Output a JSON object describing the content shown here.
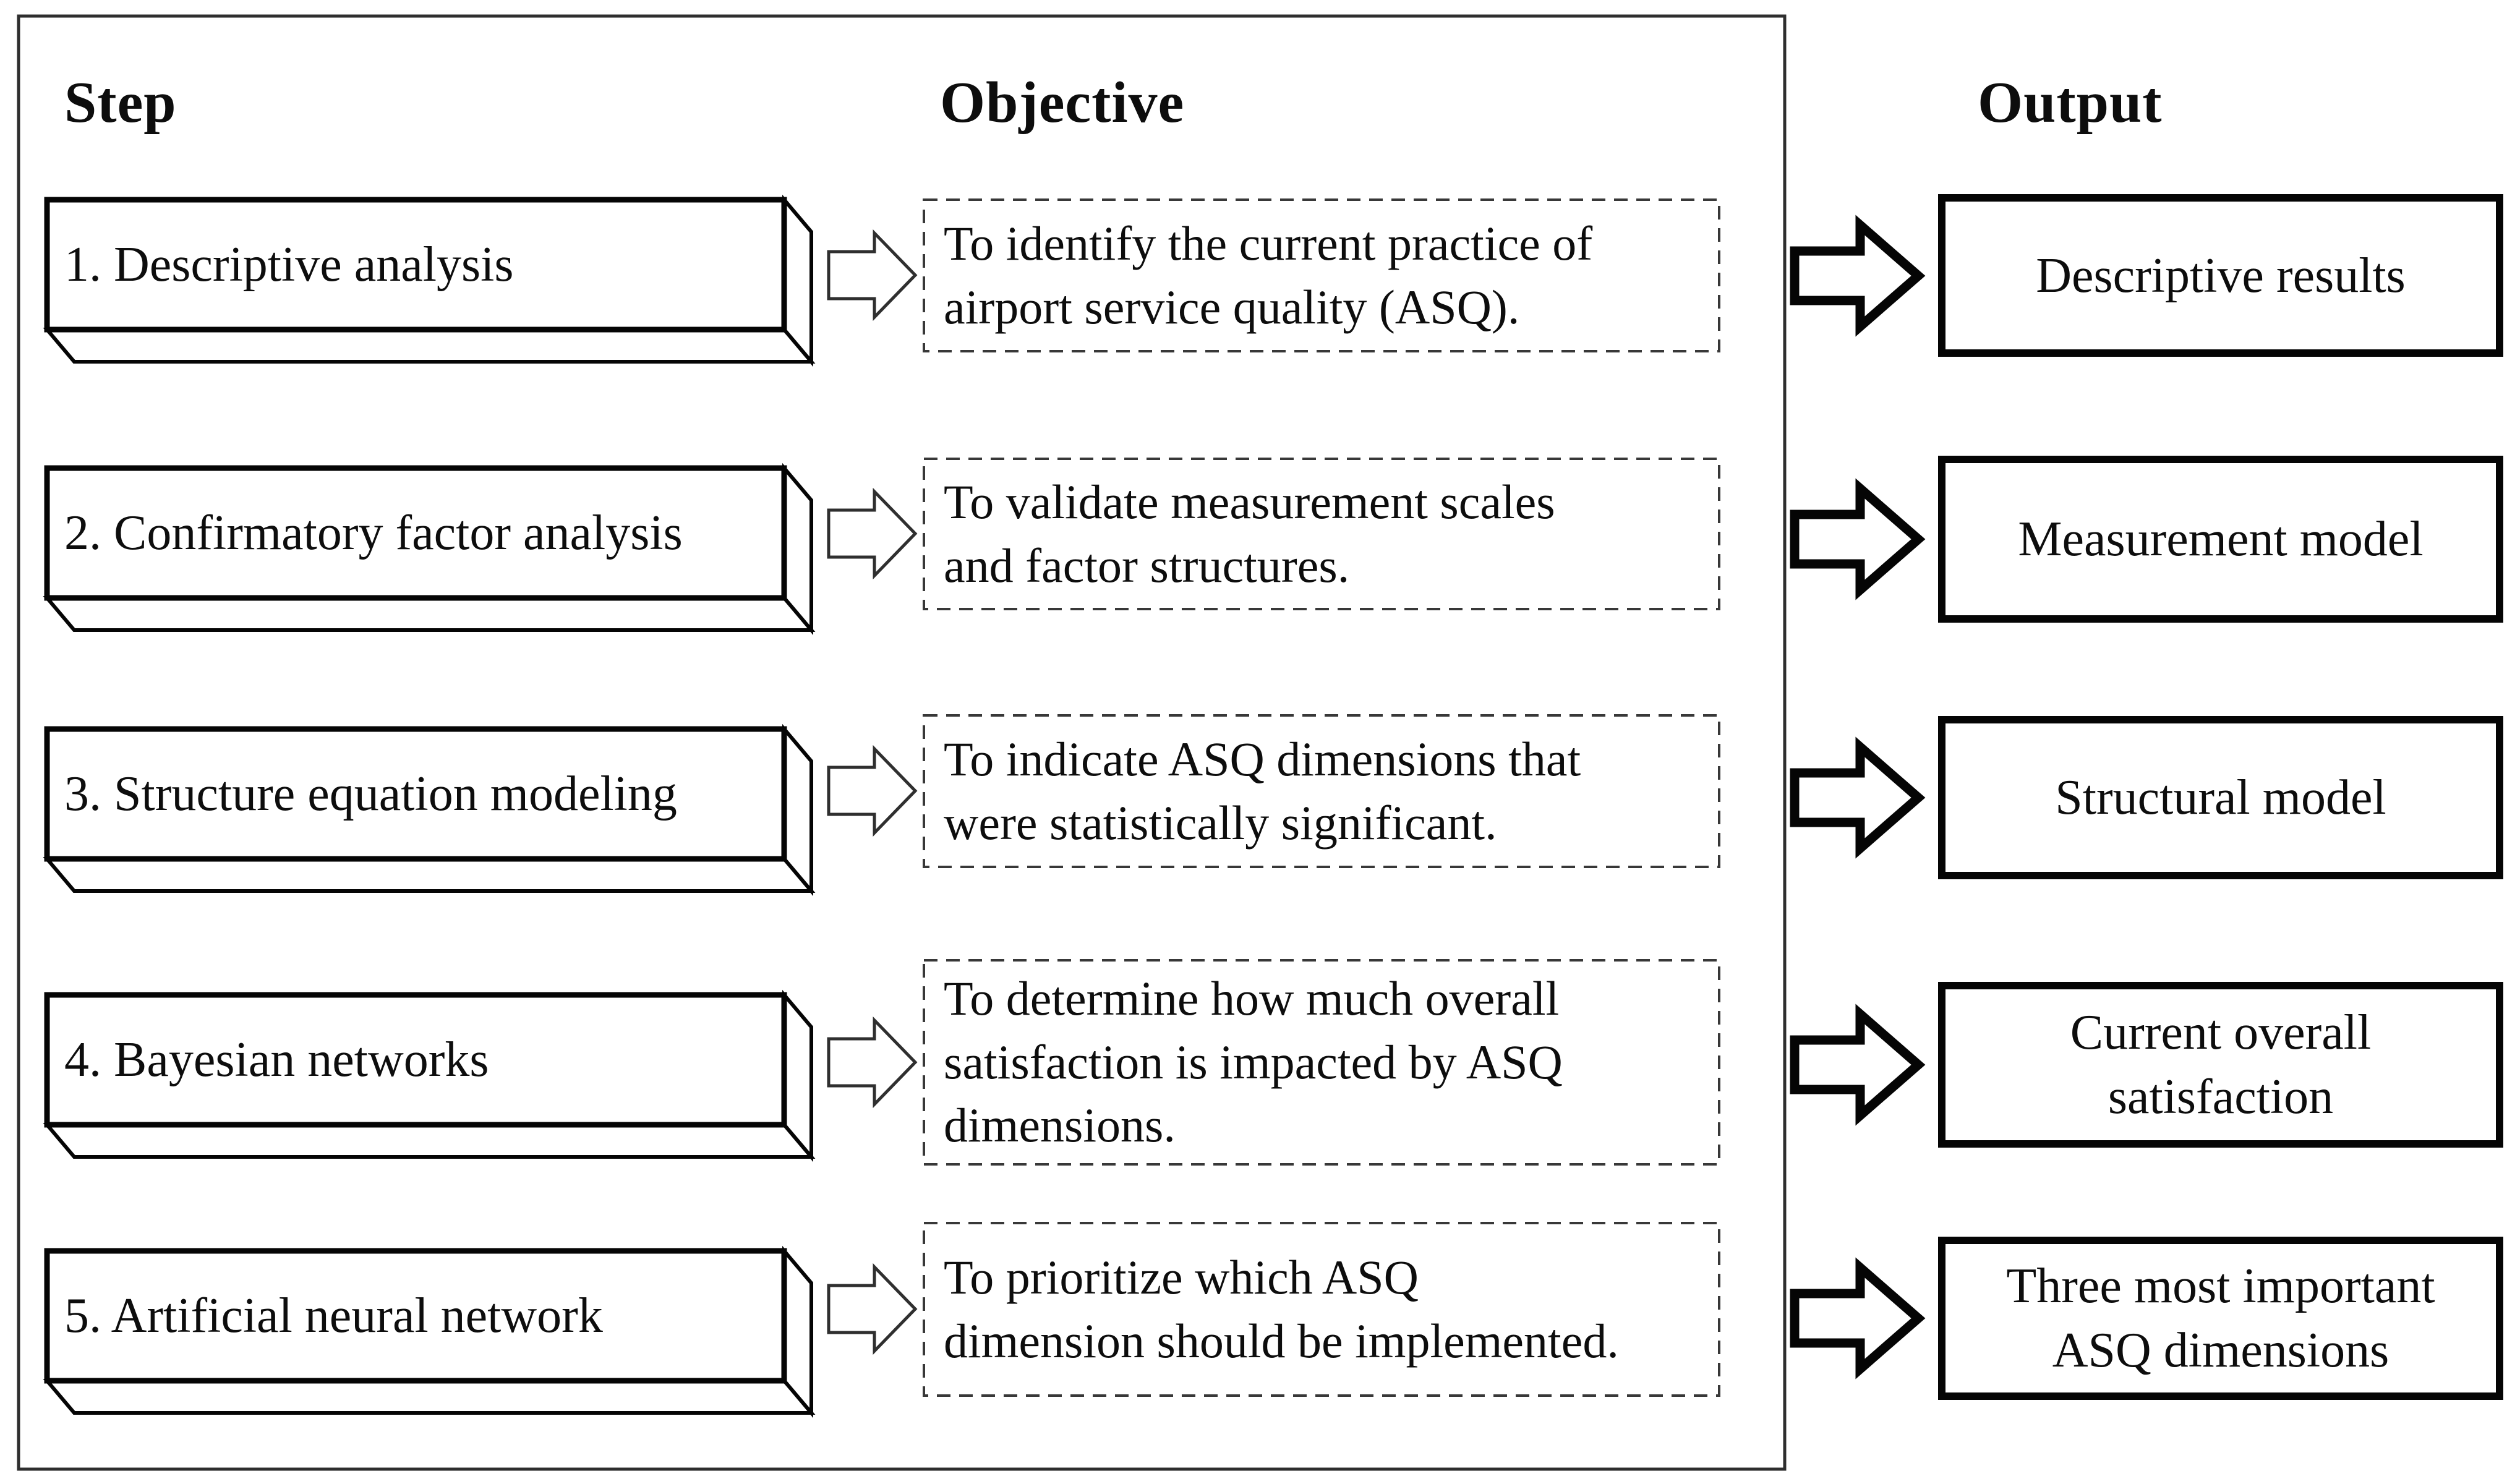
{
  "diagram": {
    "headers": {
      "step": "Step",
      "objective": "Objective",
      "output": "Output"
    },
    "rows": [
      {
        "step": "1. Descriptive analysis",
        "objective": "To identify the current practice of\nairport service quality (ASQ).",
        "output": "Descriptive results"
      },
      {
        "step": "2. Confirmatory factor analysis",
        "objective": "To validate measurement scales\nand factor structures.",
        "output": "Measurement model"
      },
      {
        "step": "3. Structure equation modeling",
        "objective": "To indicate ASQ dimensions that\nwere statistically significant.",
        "output": "Structural model"
      },
      {
        "step": "4. Bayesian networks",
        "objective": "To determine how much overall\nsatisfaction is impacted by ASQ\ndimensions.",
        "output": "Current overall\nsatisfaction"
      },
      {
        "step": "5. Artificial neural network",
        "objective": "To prioritize which ASQ\ndimension should be implemented.",
        "output": "Three most important\nASQ dimensions"
      }
    ],
    "colors": {
      "text": "#0d0d0d",
      "solid_border": "#050505",
      "dashed_border": "#383838",
      "outer_frame": "#2e2e2e",
      "background": "#ffffff"
    }
  }
}
